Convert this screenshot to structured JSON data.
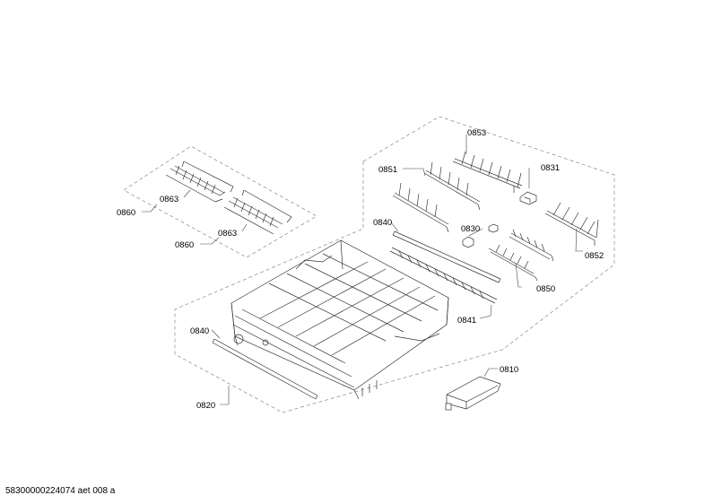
{
  "labels": {
    "l0853": "0853",
    "l0851": "0851",
    "l0831": "0831",
    "l0840a": "0840",
    "l0830": "0830",
    "l0852": "0852",
    "l0850": "0850",
    "l0841": "0841",
    "l0863a": "0863",
    "l0860a": "0860",
    "l0863b": "0863",
    "l0860b": "0860",
    "l0840b": "0840",
    "l0820": "0820",
    "l0810": "0810"
  },
  "footer": "58300000224074 aet 008 a"
}
